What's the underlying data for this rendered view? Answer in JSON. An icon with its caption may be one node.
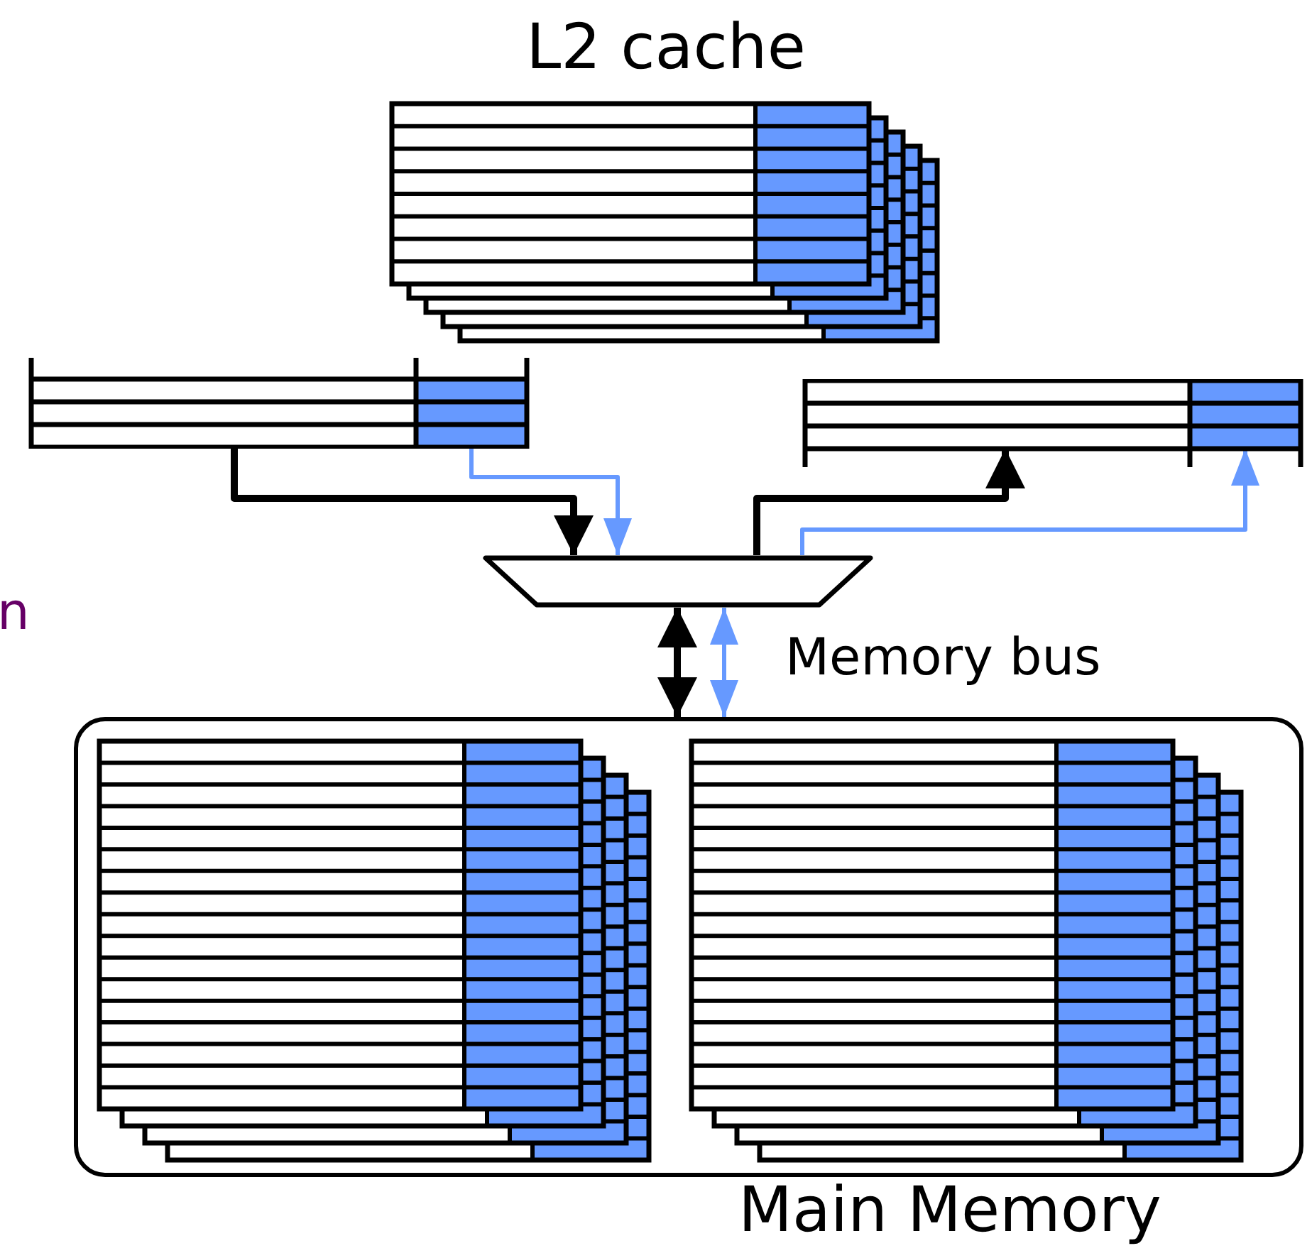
{
  "diagram": {
    "nodes": [
      {
        "text": [
          "L2 cache"
        ]
      },
      {
        "text": [],
        "shape": "box"
      },
      {
        "text": [],
        "shape": "box"
      },
      {
        "text": [],
        "shape": "trapezoid"
      },
      {
        "text": [
          "Main Memory"
        ]
      },
      {
        "text": [],
        "shape": "box",
        "in": 4
      },
      {
        "text": [],
        "shape": "box",
        "in": 4
      }
    ],
    "edges": [
      {
        "from": 1,
        "to": 3,
        "arrow": "to"
      },
      {
        "from": 1,
        "to": 3,
        "arrow": "to",
        "color": "#6699ff"
      },
      {
        "from": 3,
        "to": 2,
        "arrow": "to"
      },
      {
        "from": 3,
        "to": 2,
        "arrow": "to",
        "color": "#6699ff"
      },
      {
        "from": 3,
        "to": 4,
        "arrow": "both"
      },
      {
        "from": 3,
        "to": 4,
        "arrow": "both",
        "color": "#6699ff"
      }
    ],
    "labels": [
      "n",
      "Memory bus"
    ]
  }
}
